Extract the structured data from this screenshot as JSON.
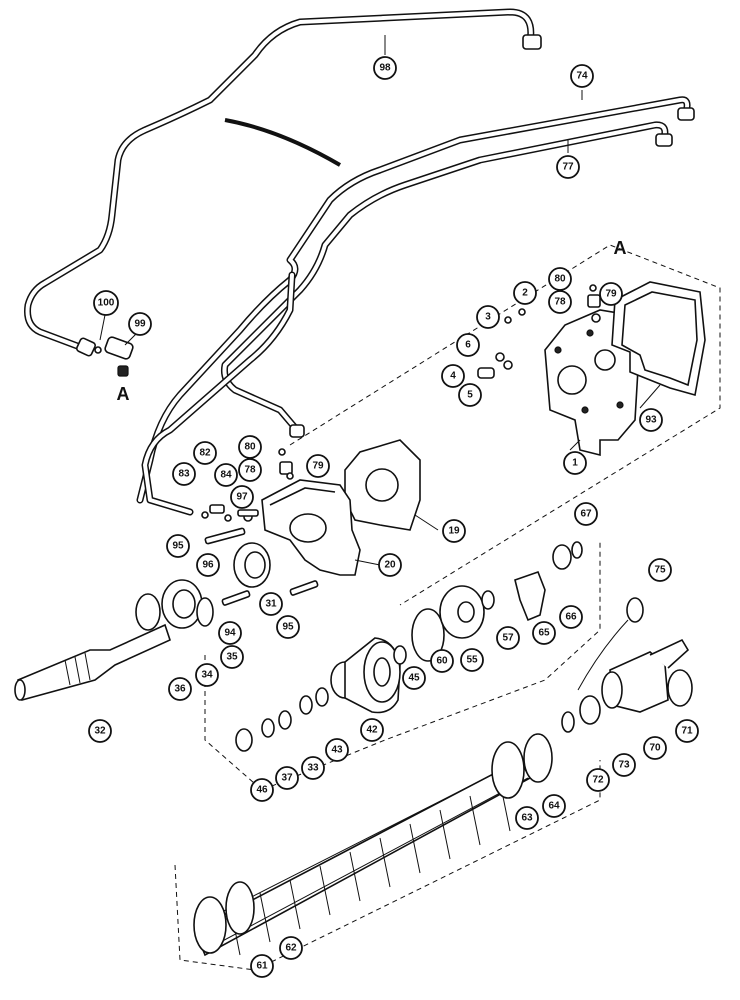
{
  "callouts": [
    {
      "id": "98",
      "label": "98"
    },
    {
      "id": "74",
      "label": "74"
    },
    {
      "id": "77",
      "label": "77"
    },
    {
      "id": "100",
      "label": "100"
    },
    {
      "id": "99",
      "label": "99"
    },
    {
      "id": "80a",
      "label": "80"
    },
    {
      "id": "2",
      "label": "2"
    },
    {
      "id": "3",
      "label": "3"
    },
    {
      "id": "78a",
      "label": "78"
    },
    {
      "id": "79a",
      "label": "79"
    },
    {
      "id": "6",
      "label": "6"
    },
    {
      "id": "4",
      "label": "4"
    },
    {
      "id": "5",
      "label": "5"
    },
    {
      "id": "93",
      "label": "93"
    },
    {
      "id": "1",
      "label": "1"
    },
    {
      "id": "80b",
      "label": "80"
    },
    {
      "id": "82",
      "label": "82"
    },
    {
      "id": "83",
      "label": "83"
    },
    {
      "id": "84",
      "label": "84"
    },
    {
      "id": "78b",
      "label": "78"
    },
    {
      "id": "79b",
      "label": "79"
    },
    {
      "id": "97",
      "label": "97"
    },
    {
      "id": "19",
      "label": "19"
    },
    {
      "id": "67",
      "label": "67"
    },
    {
      "id": "95a",
      "label": "95"
    },
    {
      "id": "96",
      "label": "96"
    },
    {
      "id": "20",
      "label": "20"
    },
    {
      "id": "75",
      "label": "75"
    },
    {
      "id": "31",
      "label": "31"
    },
    {
      "id": "94",
      "label": "94"
    },
    {
      "id": "95b",
      "label": "95"
    },
    {
      "id": "65",
      "label": "65"
    },
    {
      "id": "66",
      "label": "66"
    },
    {
      "id": "57",
      "label": "57"
    },
    {
      "id": "55",
      "label": "55"
    },
    {
      "id": "60",
      "label": "60"
    },
    {
      "id": "45",
      "label": "45"
    },
    {
      "id": "42",
      "label": "42"
    },
    {
      "id": "43",
      "label": "43"
    },
    {
      "id": "36",
      "label": "36"
    },
    {
      "id": "34",
      "label": "34"
    },
    {
      "id": "35",
      "label": "35"
    },
    {
      "id": "32",
      "label": "32"
    },
    {
      "id": "71",
      "label": "71"
    },
    {
      "id": "70",
      "label": "70"
    },
    {
      "id": "73",
      "label": "73"
    },
    {
      "id": "72",
      "label": "72"
    },
    {
      "id": "46",
      "label": "46"
    },
    {
      "id": "37",
      "label": "37"
    },
    {
      "id": "33",
      "label": "33"
    },
    {
      "id": "63",
      "label": "63"
    },
    {
      "id": "64",
      "label": "64"
    },
    {
      "id": "62",
      "label": "62"
    },
    {
      "id": "61",
      "label": "61"
    }
  ],
  "ref_marks": [
    {
      "id": "A1",
      "label": "A"
    },
    {
      "id": "A2",
      "label": "A"
    }
  ]
}
